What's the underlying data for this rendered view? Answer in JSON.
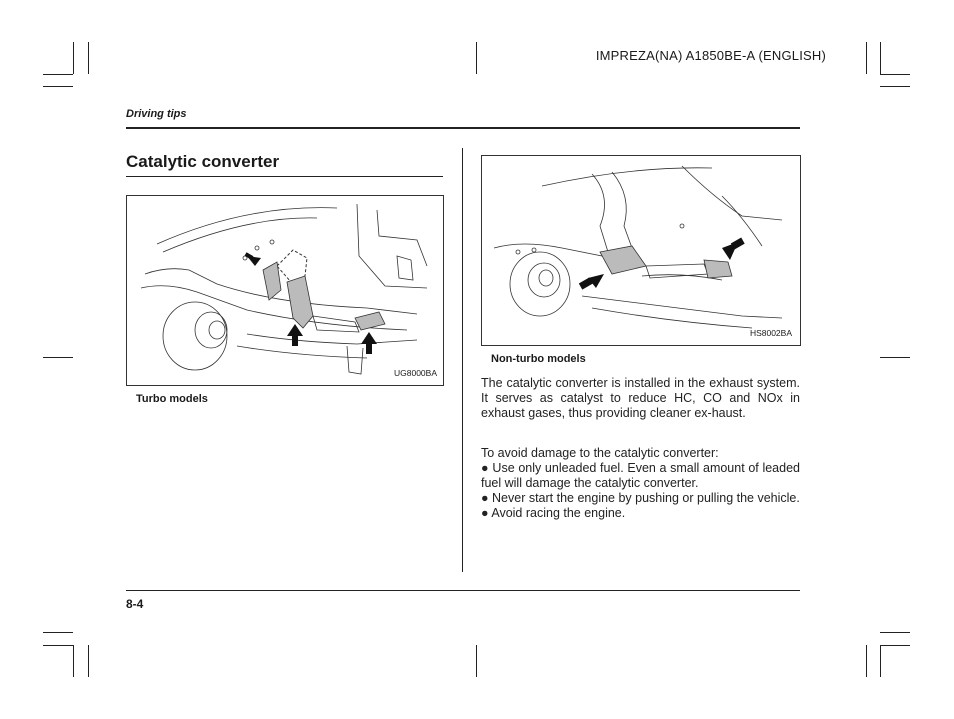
{
  "header": {
    "doc_code": "IMPREZA(NA) A1850BE-A (ENGLISH)",
    "section": "Driving tips"
  },
  "main": {
    "title": "Catalytic converter",
    "figures": [
      {
        "code": "UG8000BA",
        "caption": "Turbo models"
      },
      {
        "code": "HS8002BA",
        "caption": "Non-turbo models"
      }
    ],
    "paragraph": "The catalytic converter is installed in the exhaust system. It serves as catalyst to reduce HC, CO and NOx in exhaust gases, thus providing cleaner ex-haust.",
    "intro": "To avoid damage to the catalytic converter:",
    "bullets": [
      "● Use only unleaded fuel. Even a small amount of leaded fuel will damage the catalytic converter.",
      "● Never start the engine by pushing or pulling the vehicle.",
      "● Avoid racing the engine."
    ]
  },
  "footer": {
    "page_number": "8-4"
  }
}
